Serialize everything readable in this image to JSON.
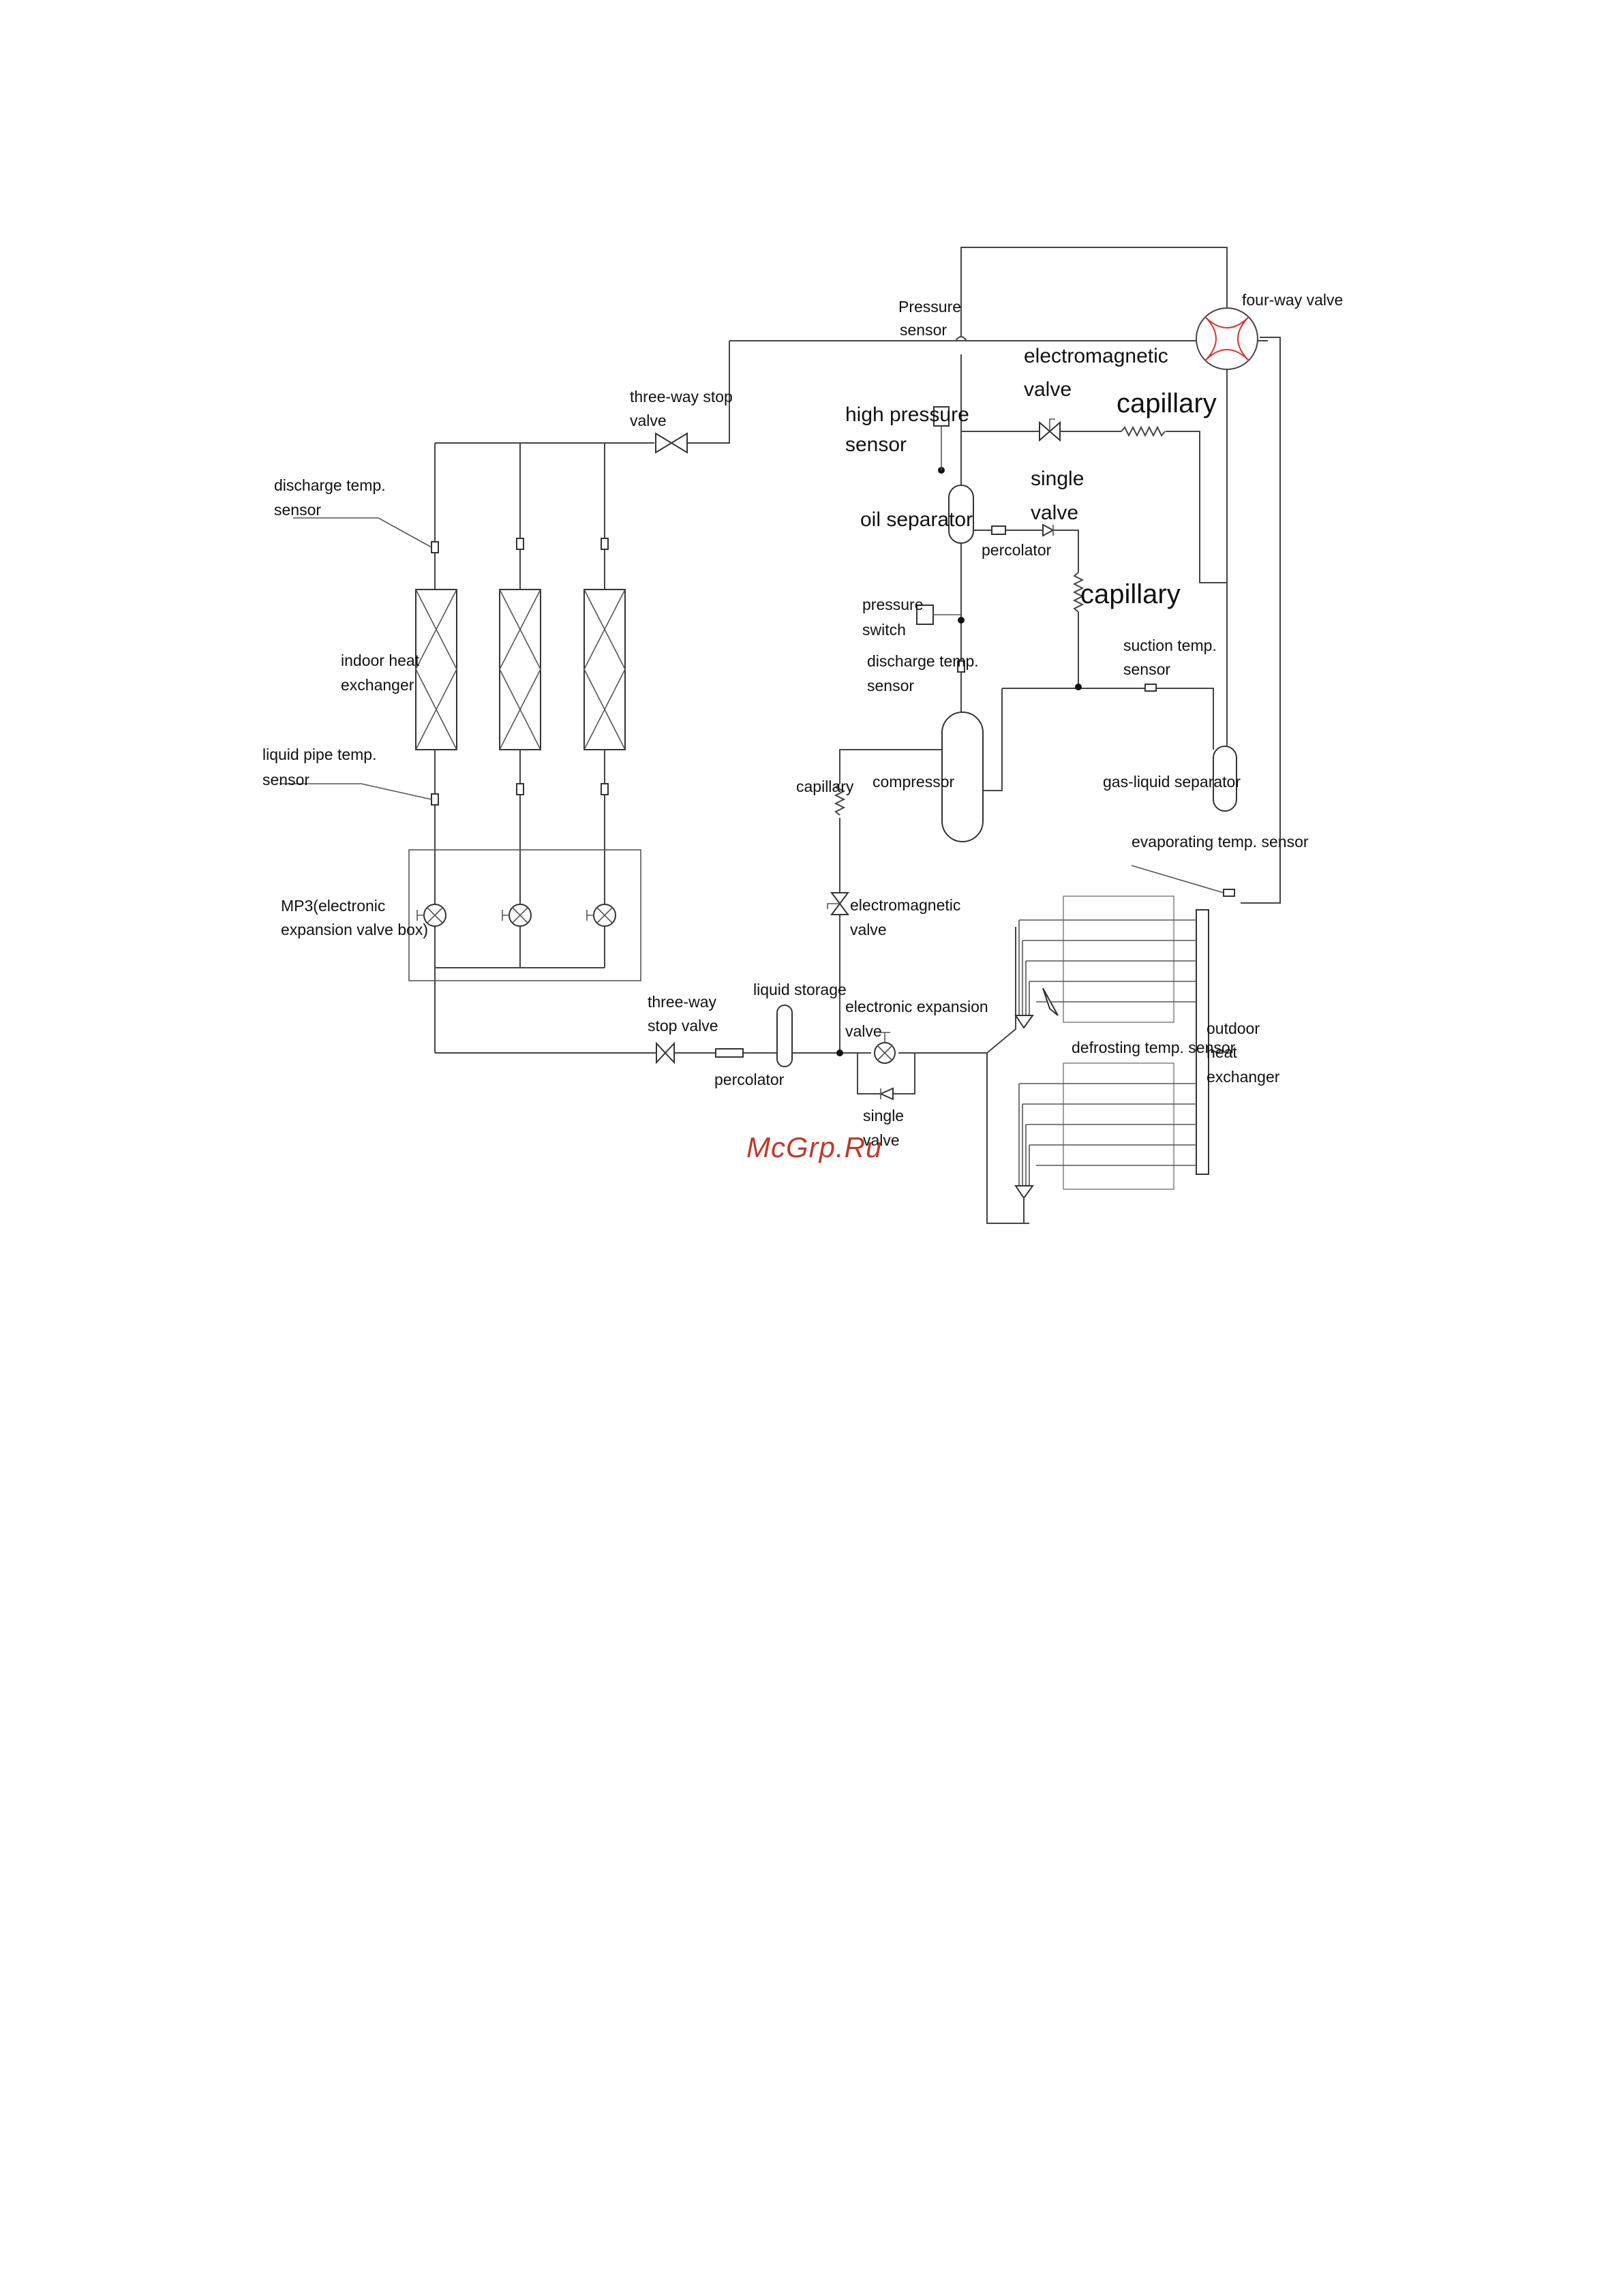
{
  "watermark": "McGrp.Ru",
  "labels": {
    "pressure_sensor": [
      "Pressure",
      "sensor"
    ],
    "four_way_valve": "four-way valve",
    "electromagnetic_valve_top": [
      "electromagnetic",
      "valve"
    ],
    "capillary_top": "capillary",
    "three_way_stop_valve_top": [
      "three-way stop",
      "valve"
    ],
    "high_pressure_sensor": [
      "high pressure",
      "sensor"
    ],
    "single_valve_top": [
      "single",
      "valve"
    ],
    "oil_separator": "oil separator",
    "percolator_top": "percolator",
    "capillary_mid": "capillary",
    "discharge_temp_sensor_left": [
      "discharge temp.",
      "sensor"
    ],
    "pressure_switch": [
      "pressure",
      "switch"
    ],
    "discharge_temp_sensor_right": [
      "discharge temp.",
      "sensor"
    ],
    "suction_temp_sensor": [
      "suction temp.",
      "sensor"
    ],
    "indoor_heat_exchanger": [
      "indoor heat",
      "exchanger"
    ],
    "liquid_pipe_temp_sensor": [
      "liquid pipe temp.",
      "sensor"
    ],
    "capillary_small": "capillary",
    "compressor": "compressor",
    "gas_liquid_separator": "gas-liquid separator",
    "evaporating_temp_sensor": "evaporating temp. sensor",
    "mp3_box": [
      "MP3(electronic",
      "expansion valve box)"
    ],
    "electromagnetic_valve_bottom": [
      "electromagnetic",
      "valve"
    ],
    "liquid_storage": "liquid storage",
    "three_way_stop_valve_bottom": [
      "three-way",
      "stop valve"
    ],
    "electronic_expansion_valve": [
      "electronic expansion",
      "valve"
    ],
    "outdoor_heat_exchanger": [
      "outdoor",
      "heat",
      "exchanger"
    ],
    "defrosting_temp_sensor": "defrosting temp. sensor",
    "percolator_bottom": "percolator",
    "single_valve_bottom": [
      "single",
      "valve"
    ]
  }
}
